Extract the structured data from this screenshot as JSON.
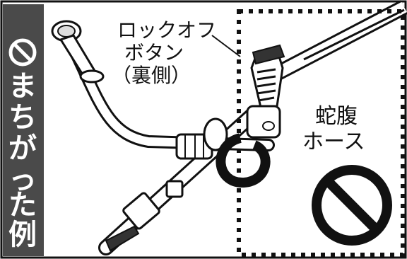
{
  "side_label": {
    "chars": [
      "ま",
      "ち",
      "が",
      "っ",
      "た",
      "例"
    ],
    "icon": "prohibited-icon"
  },
  "callouts": {
    "lockoff": [
      "ロックオフ",
      "ボタン",
      "（裏側）"
    ],
    "hose": [
      "蛇腹",
      "ホース"
    ]
  },
  "icons": {
    "big_prohibited": "prohibited-icon"
  },
  "colors": {
    "sidebar": "#4a4a4a",
    "ink": "#111111"
  }
}
